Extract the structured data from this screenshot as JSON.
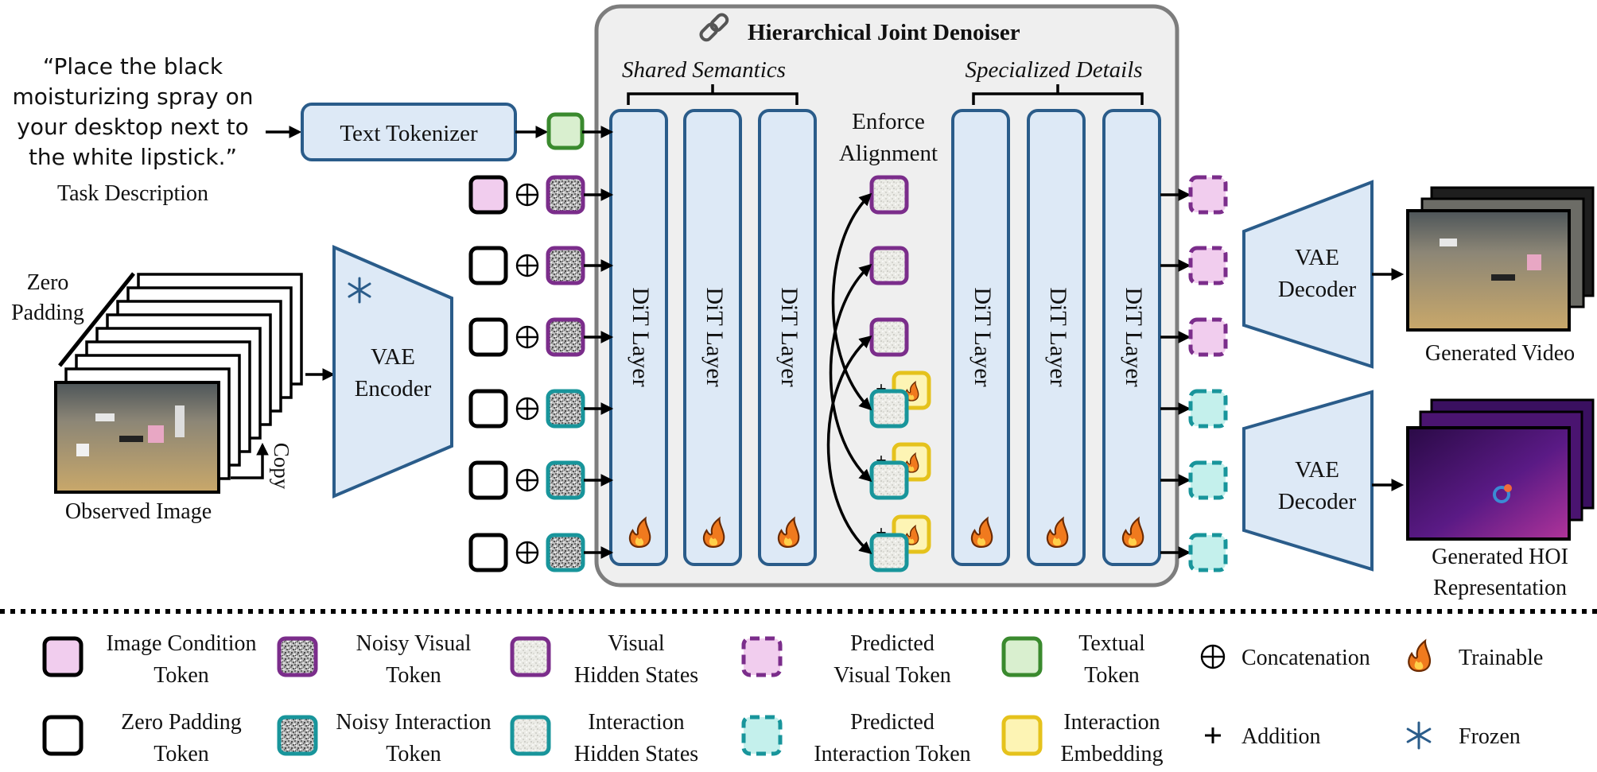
{
  "task": {
    "quote_lines": [
      "“Place the black",
      "moisturizing spray on",
      "your desktop next to",
      "the white lipstick.”"
    ],
    "caption": "Task Description"
  },
  "text_tokenizer": {
    "label": "Text Tokenizer"
  },
  "input_stack": {
    "zero_padding_lines": [
      "Zero",
      "Padding"
    ],
    "copy_label": "Copy",
    "observed_caption": "Observed Image"
  },
  "vae_encoder": {
    "lines": [
      "VAE",
      "Encoder"
    ]
  },
  "denoiser": {
    "title": "Hierarchical Joint Denoiser",
    "shared_label": "Shared Semantics",
    "specialized_label": "Specialized Details",
    "enforce_lines": [
      "Enforce",
      "Alignment"
    ],
    "dit_label": "DiT Layer",
    "plus_symbol": "+"
  },
  "concat_symbol": "⊕",
  "vae_decoder_video": {
    "lines": [
      "VAE",
      "Decoder"
    ],
    "output_caption": "Generated Video"
  },
  "vae_decoder_hoi": {
    "lines": [
      "VAE",
      "Decoder"
    ],
    "output_caption_lines": [
      "Generated HOI",
      "Representation"
    ]
  },
  "legend": [
    {
      "key": "image-condition-token",
      "lines": [
        "Image Condition",
        "Token"
      ]
    },
    {
      "key": "noisy-visual-token",
      "lines": [
        "Noisy Visual",
        "Token"
      ]
    },
    {
      "key": "visual-hidden-states",
      "lines": [
        "Visual",
        "Hidden States"
      ]
    },
    {
      "key": "predicted-visual-token",
      "lines": [
        "Predicted",
        "Visual Token"
      ]
    },
    {
      "key": "textual-token",
      "lines": [
        "Textual",
        "Token"
      ]
    },
    {
      "key": "concatenation",
      "lines": [
        "Concatenation"
      ]
    },
    {
      "key": "trainable",
      "lines": [
        "Trainable"
      ]
    },
    {
      "key": "zero-padding-token",
      "lines": [
        "Zero Padding",
        "Token"
      ]
    },
    {
      "key": "noisy-interaction-token",
      "lines": [
        "Noisy Interaction",
        "Token"
      ]
    },
    {
      "key": "interaction-hidden-states",
      "lines": [
        "Interaction",
        "Hidden States"
      ]
    },
    {
      "key": "predicted-interaction-token",
      "lines": [
        "Predicted",
        "Interaction Token"
      ]
    },
    {
      "key": "interaction-embedding",
      "lines": [
        "Interaction",
        "Embedding"
      ]
    },
    {
      "key": "addition",
      "lines": [
        "Addition"
      ]
    },
    {
      "key": "frozen",
      "lines": [
        "Frozen"
      ]
    }
  ],
  "colors": {
    "purple": "#7b2d8b",
    "teal": "#18959b",
    "green": "#3a8a2e",
    "blue_border": "#2a5c8a",
    "blue_fill": "#dde9f6",
    "pink_fill": "#f1cdee",
    "light_green_fill": "#d9efcf",
    "cyan_fill": "#c4f0ec",
    "yellow_border": "#e5c21c",
    "yellow_fill": "#fdf4b4",
    "flame": "#f07a1e",
    "panel_fill": "#efefef",
    "panel_border": "#7d7d7d"
  }
}
